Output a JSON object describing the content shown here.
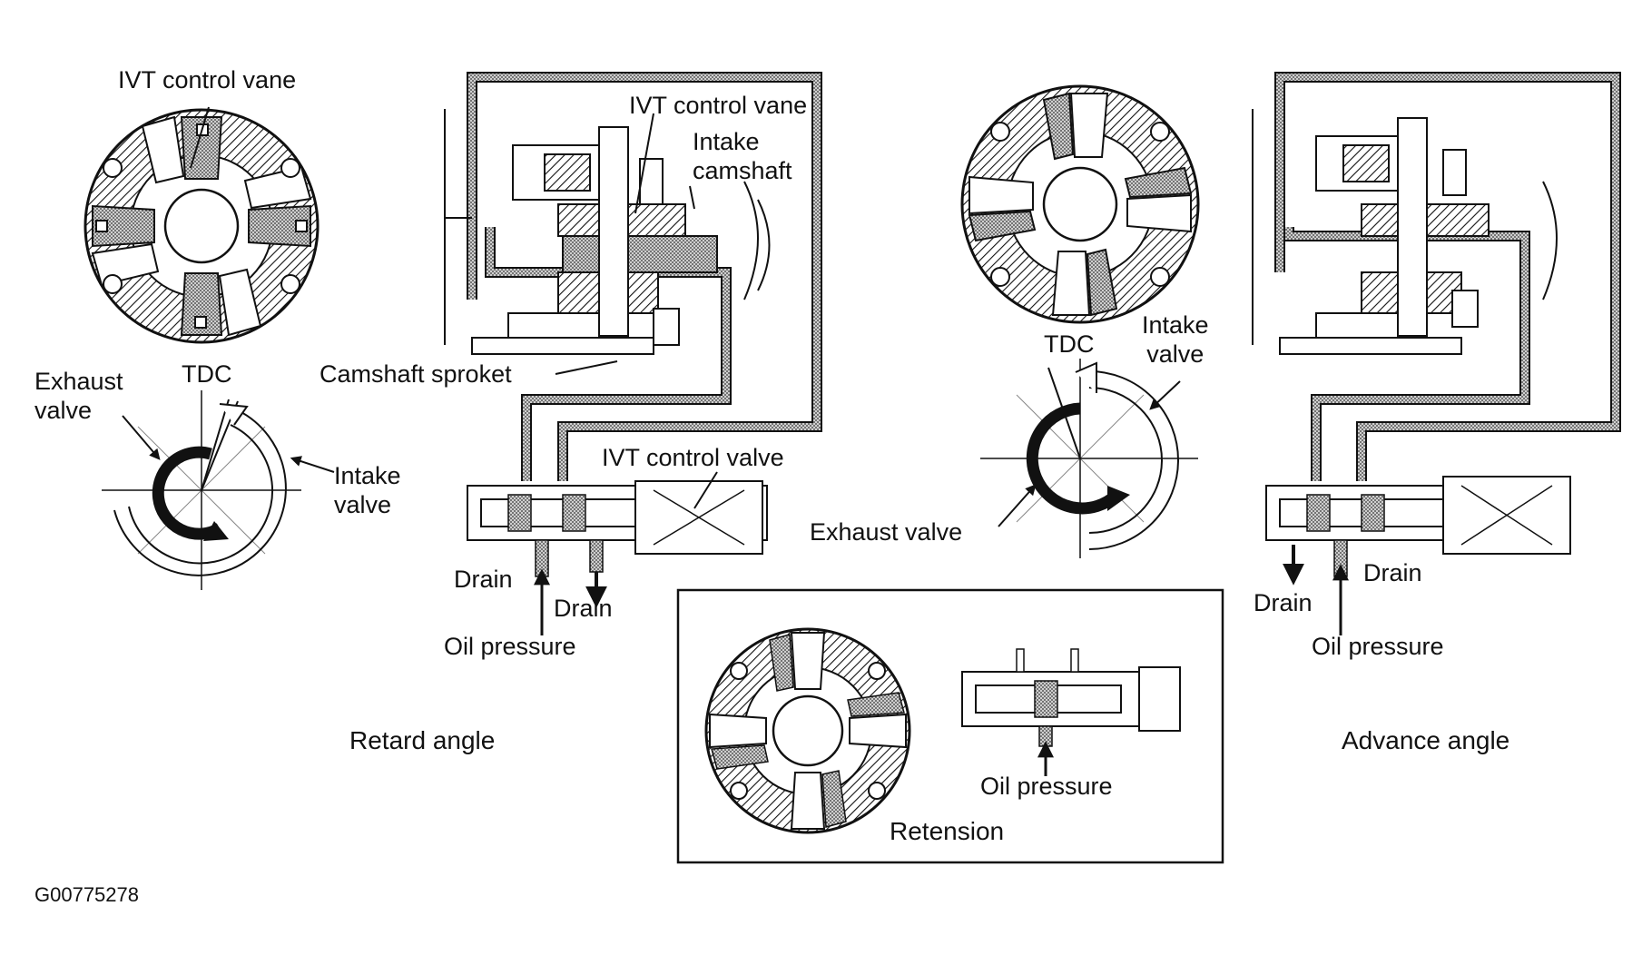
{
  "labels": {
    "retard": {
      "ivt_vane_left": "IVT control vane",
      "tdc": "TDC",
      "exhaust_valve": "Exhaust\nvalve",
      "intake_valve": "Intake\nvalve",
      "ivt_vane_mid": "IVT control vane",
      "intake_camshaft": "Intake\ncamshaft",
      "camshaft_sproket": "Camshaft sproket",
      "ivt_control_valve": "IVT control valve",
      "drain_a": "Drain",
      "drain_b": "Drain",
      "oil_pressure": "Oil pressure",
      "caption": "Retard angle"
    },
    "center": {
      "tdc": "TDC",
      "intake_valve": "Intake\nvalve",
      "exhaust_valve": "Exhaust valve"
    },
    "retension": {
      "oil_pressure": "Oil pressure",
      "caption": "Retension"
    },
    "advance": {
      "drain_a": "Drain",
      "drain_b": "Drain",
      "oil_pressure": "Oil pressure",
      "caption": "Advance angle"
    },
    "figure_id": "G00775278"
  }
}
